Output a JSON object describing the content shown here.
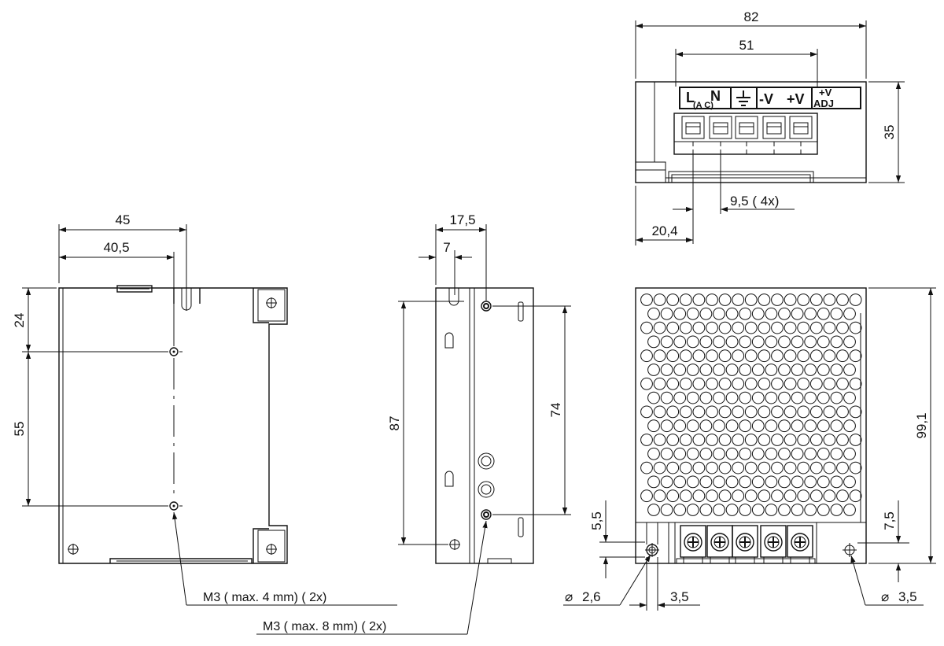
{
  "dimensions": {
    "side_width": "45",
    "side_hole_offset": "40,5",
    "side_top_hole": "24",
    "side_hole_spacing": "55",
    "front_depth": "17,5",
    "front_hole_offset": "7",
    "front_left_height": "87",
    "front_right_height": "74",
    "top_width": "82",
    "top_terminal_span": "51",
    "top_height": "35",
    "top_pitch": "9,5  ( 4x)",
    "top_first_terminal": "20,4",
    "bottom_height": "99,1",
    "bottom_lower": "7,5",
    "bottom_hole_height": "5,5",
    "bottom_edge": "3,5",
    "hole_small": "2,6",
    "hole_large": "3,5"
  },
  "notes": {
    "m3_short": "M3   ( max. 4 mm)       ( 2x)",
    "m3_long": "M3   ( max. 8 mm)       ( 2x)"
  },
  "terminals": {
    "l": "L",
    "n": "N",
    "ac": "(A  C)",
    "neg_v": "-V",
    "pos_v": "+V",
    "adj_top": "+V",
    "adj_bottom": "ADJ"
  },
  "symbols": {
    "diameter": "⌀",
    "ground": "earth-ground-icon"
  }
}
